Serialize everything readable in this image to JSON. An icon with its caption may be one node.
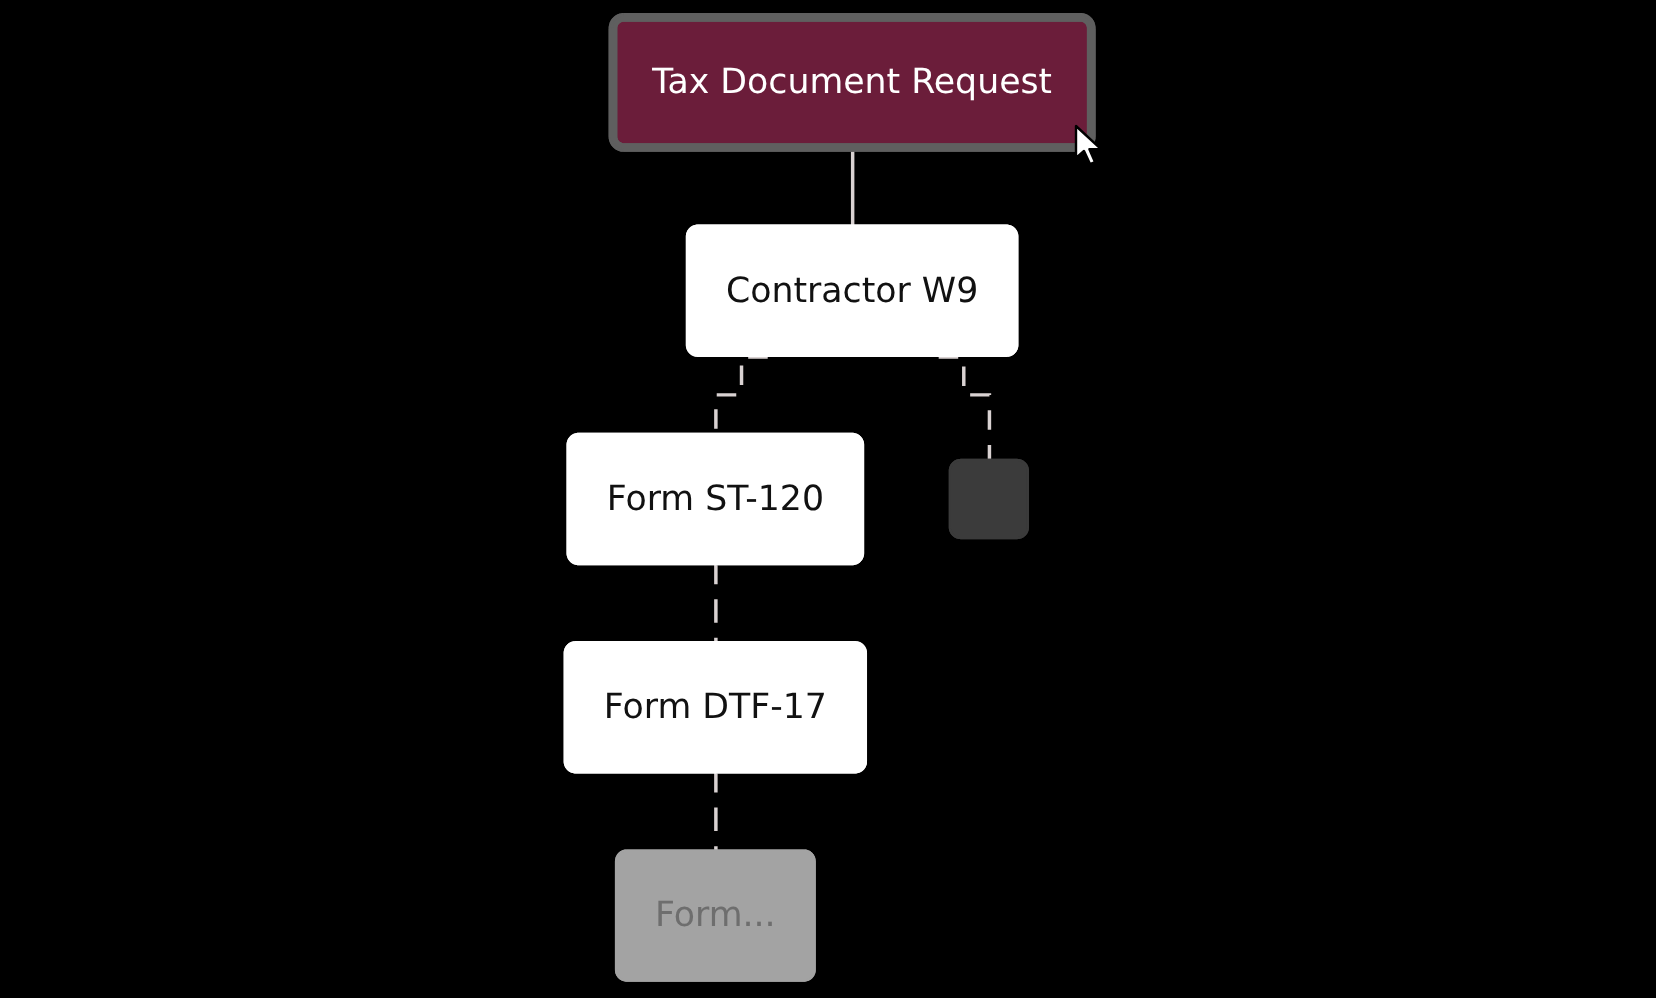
{
  "diagram": {
    "nodes": [
      {
        "text": [
          "Tax Document Request"
        ]
      },
      {
        "text": [
          "Contractor W9"
        ]
      },
      {
        "text": [
          "Form ST-120"
        ]
      },
      {
        "text": [
          "Form DTF-17"
        ]
      },
      {
        "text": [
          "Form..."
        ]
      },
      {
        "text": [],
        "shape": "box"
      }
    ],
    "edges": [
      {
        "from": 0,
        "to": 1,
        "arrow": "none"
      },
      {
        "from": 1,
        "to": 2,
        "arrow": "none",
        "style": "dashed"
      },
      {
        "from": 2,
        "to": 3,
        "arrow": "none",
        "style": "dashed"
      },
      {
        "from": 3,
        "to": 4,
        "arrow": "none",
        "style": "dashed"
      },
      {
        "from": 1,
        "to": 5,
        "arrow": "none",
        "style": "dashed"
      }
    ]
  }
}
